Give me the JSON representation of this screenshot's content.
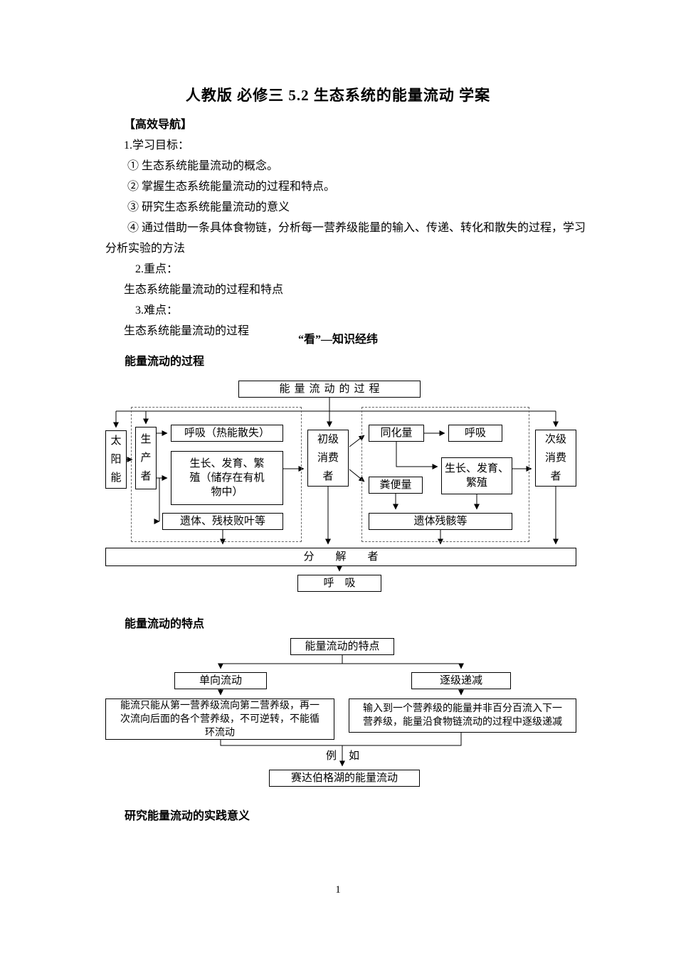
{
  "page": {
    "title": "人教版 必修三 5.2 生态系统的能量流动 学案",
    "page_number": "1"
  },
  "nav": {
    "heading": "【高效导航】",
    "items": [
      "1.学习目标：",
      "① 生态系统能量流动的概念。",
      "② 掌握生态系统能量流动的过程和特点。",
      "③ 研究生态系统能量流动的意义",
      "④ 通过借助一条具体食物链，分析每一营养级能量的输入、传递、转化和散失的过程，学习分析实验的方法",
      "2.重点：",
      "生态系统能量流动的过程和特点",
      "3.难点：",
      "生态系统能量流动的过程"
    ]
  },
  "sections": {
    "knowledge_heading": "“看”—知识经纬",
    "process_heading": "能量流动的过程",
    "feature_heading": "能量流动的特点",
    "meaning_heading": "研究能量流动的实践意义"
  },
  "diagram1": {
    "title": "能量流动的过程",
    "sun": "太阳能",
    "producer": "生产者",
    "respiration_heat": "呼吸（热能散失）",
    "growth_store": "生长、发育、繁殖（储存在有机物中）",
    "remains_plant": "遗体、残枝败叶等",
    "primary_consumer": "初级消费者",
    "assimilation": "同化量",
    "respiration2": "呼吸",
    "feces": "粪便量",
    "growth2": "生长、发育、繁殖",
    "remains2": "遗体残骸等",
    "secondary_consumer": "次级消费者",
    "decomposer": "分　　解　　者",
    "respiration3": "呼　吸"
  },
  "diagram2": {
    "title": "能量流动的特点",
    "one_way": "单向流动",
    "stepwise": "逐级递减",
    "one_way_desc": "能流只能从第一营养级流向第二营养级，再一次流向后面的各个营养级，不可逆转，不能循环流动",
    "stepwise_desc": "输入到一个营养级的能量并非百分百流入下一营养级，能量沿食物链流动的过程中逐级递减",
    "example_left": "例",
    "example_right": "如",
    "example_box": "赛达伯格湖的能量流动"
  }
}
